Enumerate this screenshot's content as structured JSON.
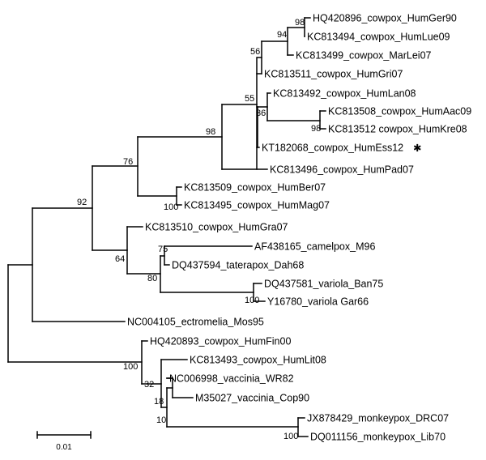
{
  "tree": {
    "tips": [
      "HQ420896_cowpox_HumGer90",
      "KC813494_cowpox_HumLue09",
      "KC813499_cowpox_MarLei07",
      "KC813511_cowpox_HumGri07",
      "KC813492_cowpox_HumLan08",
      "KC813508_cowpox_HumAac09",
      "KC813512 cowpox_HumKre08",
      "KT182068_cowpox_HumEss12",
      "KC813496_cowpox_HumPad07",
      "KC813509_cowpox_HumBer07",
      "KC813495_cowpox_HumMag07",
      "KC813510_cowpox_HumGra07",
      "AF438165_camelpox_M96",
      "DQ437594_taterapox_Dah68",
      "DQ437581_variola_Ban75",
      "Y16780_variola Gar66",
      "NC004105_ectromelia_Mos95",
      "HQ420893_cowpox_HumFin00",
      "KC813493_cowpox_HumLit08",
      "NC006998_vaccinia_WR82",
      "M35027_vaccinia_Cop90",
      "JX878429_monkeypox_DRC07",
      "DQ011156_monkeypox_Lib70"
    ],
    "marked_tip": "KT182068_cowpox_HumEss12",
    "marker_symbol": "✱",
    "bootstrap": [
      "98",
      "94",
      "56",
      "55",
      "36",
      "98",
      "98",
      "76",
      "100",
      "92",
      "75",
      "80",
      "100",
      "64",
      "100",
      "32",
      "18",
      "10",
      "100"
    ],
    "scale_bar": {
      "label": "0.01"
    }
  }
}
